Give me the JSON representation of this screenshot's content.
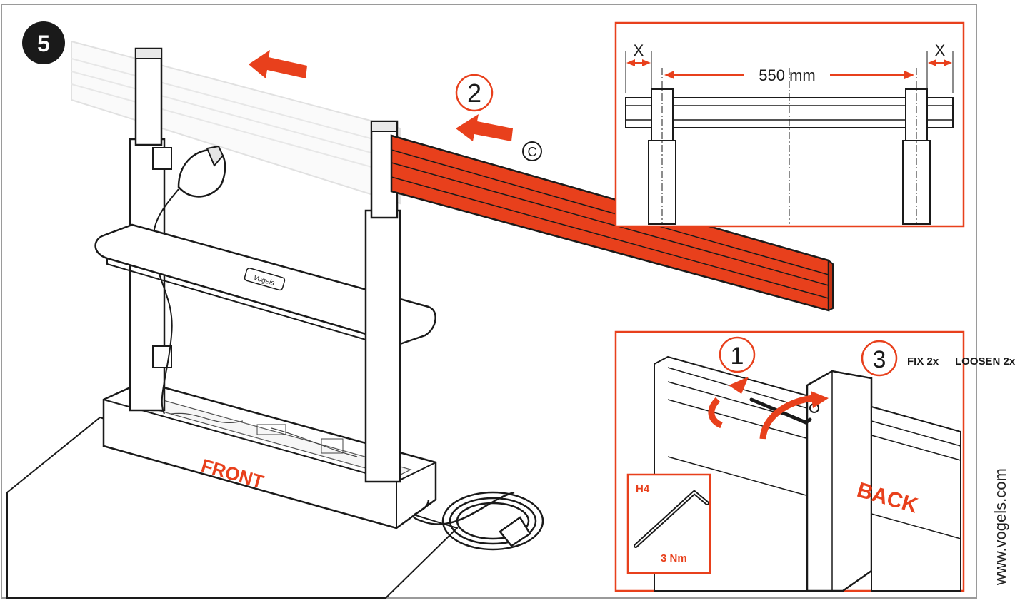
{
  "step": {
    "number": "5"
  },
  "callouts": {
    "c1": "1",
    "c2": "2",
    "c3": "3",
    "part": "C"
  },
  "labels": {
    "front": "FRONT",
    "back": "BACK",
    "fix": "FIX 2x",
    "loosen": "LOOSEN 2x"
  },
  "dimension": {
    "distance": "550 mm",
    "x_left": "X",
    "x_right": "X"
  },
  "tool": {
    "type": "H4",
    "torque": "3 Nm"
  },
  "logo": {
    "text": "Vogels"
  },
  "website": "www.vogels.com",
  "colors": {
    "accent": "#E8401C",
    "line": "#1a1a1a",
    "panel_border": "#E8401C"
  }
}
